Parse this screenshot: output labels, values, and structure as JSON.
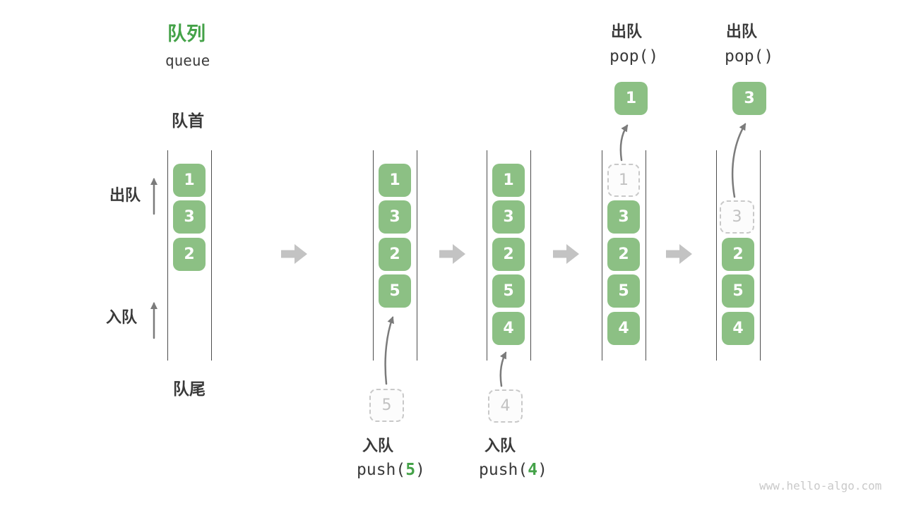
{
  "header": {
    "title_zh": "队列",
    "title_en": "queue"
  },
  "side_labels": {
    "front": "队首",
    "rear": "队尾",
    "dequeue": "出队",
    "enqueue": "入队"
  },
  "columns": [
    {
      "name": "state-1",
      "boxes": [
        "1",
        "3",
        "2"
      ]
    },
    {
      "name": "state-2",
      "boxes": [
        "1",
        "3",
        "2",
        "5"
      ],
      "pending": "5",
      "op_label": "入队",
      "code_prefix": "push(",
      "code_arg": "5",
      "code_suffix": ")"
    },
    {
      "name": "state-3",
      "boxes": [
        "1",
        "3",
        "2",
        "5",
        "4"
      ],
      "pending": "4",
      "op_label": "入队",
      "code_prefix": "push(",
      "code_arg": "4",
      "code_suffix": ")"
    },
    {
      "name": "state-4",
      "ghost": "1",
      "boxes": [
        "3",
        "2",
        "5",
        "4"
      ],
      "popped": "1",
      "op_label": "出队",
      "code": "pop()"
    },
    {
      "name": "state-5",
      "ghost": "3",
      "boxes": [
        "2",
        "5",
        "4"
      ],
      "popped": "3",
      "op_label": "出队",
      "code": "pop()"
    }
  ],
  "watermark": "www.hello-algo.com",
  "colors": {
    "item_green": "#8cc084",
    "accent_green": "#44a248",
    "dark_text": "#3a3a3a",
    "column_line": "#4d4d4d",
    "thin_arrow": "#7b7b7b",
    "block_arrow": "#c3c3c3",
    "ghost_border": "#c9c9c9",
    "ghost_text": "#c2c2c2",
    "watermark_text": "#c9c9c9"
  }
}
